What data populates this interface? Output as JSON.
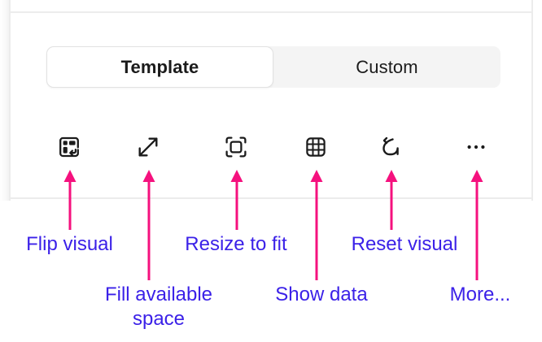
{
  "panel": {
    "border_color": "#ececec",
    "background": "#ffffff"
  },
  "segmented_control": {
    "name": "visual-format-mode",
    "selected": "Template",
    "track_color": "#f4f4f4",
    "options": [
      {
        "id": "template",
        "label": "Template",
        "active": true
      },
      {
        "id": "custom",
        "label": "Custom",
        "active": false
      }
    ]
  },
  "toolbar": {
    "buttons": [
      {
        "id": "flip-visual",
        "icon": "flip-visual-icon",
        "tooltip": "Flip visual"
      },
      {
        "id": "fill-space",
        "icon": "expand-diagonal-icon",
        "tooltip": "Fill available space"
      },
      {
        "id": "resize-to-fit",
        "icon": "resize-to-fit-icon",
        "tooltip": "Resize to fit"
      },
      {
        "id": "show-data",
        "icon": "table-grid-icon",
        "tooltip": "Show data"
      },
      {
        "id": "reset-visual",
        "icon": "undo-arrow-icon",
        "tooltip": "Reset visual"
      },
      {
        "id": "more",
        "icon": "ellipsis-icon",
        "tooltip": "More..."
      }
    ]
  },
  "annotations": {
    "arrow_color": "#f5117e",
    "label_color": "#3b21e8",
    "callouts": [
      {
        "id": "flip-visual",
        "text": "Flip visual"
      },
      {
        "id": "fill-space",
        "text": "Fill available\nspace"
      },
      {
        "id": "resize-to-fit",
        "text": "Resize to fit"
      },
      {
        "id": "show-data",
        "text": "Show data"
      },
      {
        "id": "reset-visual",
        "text": "Reset visual"
      },
      {
        "id": "more",
        "text": "More..."
      }
    ]
  }
}
